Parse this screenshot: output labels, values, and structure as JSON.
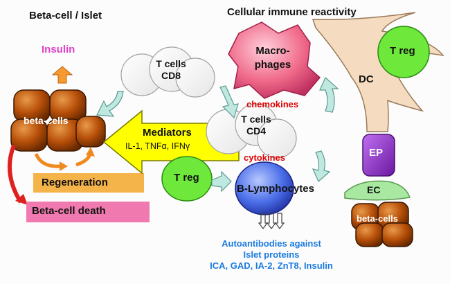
{
  "headers": {
    "left": "Beta-cell / Islet",
    "right": "Cellular immune reactivity"
  },
  "insulin": "Insulin",
  "beta_cells_left": "beta-cells",
  "regeneration": "Regeneration",
  "beta_cell_death": "Beta-cell death",
  "mediators": {
    "title": "Mediators",
    "list": "IL-1, TNFα, IFNγ"
  },
  "t_cells_cd8": {
    "line1": "T cells",
    "line2": "CD8"
  },
  "macrophages": {
    "line1": "Macro-",
    "line2": "phages"
  },
  "chemokines": "chemokines",
  "t_cells_cd4": {
    "line1": "T cells",
    "line2": "CD4"
  },
  "cytokines": "cytokines",
  "treg_top": "T reg",
  "treg_bottom": "T reg",
  "b_lymphocytes": "B-Lymphocytes",
  "dc": "DC",
  "ep": "EP",
  "ec": "EC",
  "beta_cells_right": "beta-cells",
  "autoantibodies": {
    "line1": "Autoantibodies against",
    "line2": "Islet proteins",
    "line3": "ICA, GAD, IA-2, ZnT8, Insulin"
  },
  "colors": {
    "insulin": "#e040c8",
    "beta_cell": "#b8500a",
    "regeneration_box": "#f5b44a",
    "death_box": "#f07ab0",
    "mediators_arrow": "#ffff00",
    "macrophage": "#f06a8a",
    "treg": "#6ee83a",
    "b_lymphocyte": "#4a6ee8",
    "dc": "#f5dcc0",
    "ep": "#9030c0",
    "ec": "#a8e8a0",
    "red_label": "#e00000",
    "blue_text": "#1a7ae0",
    "teal_arrow": "#bfe8e0"
  }
}
